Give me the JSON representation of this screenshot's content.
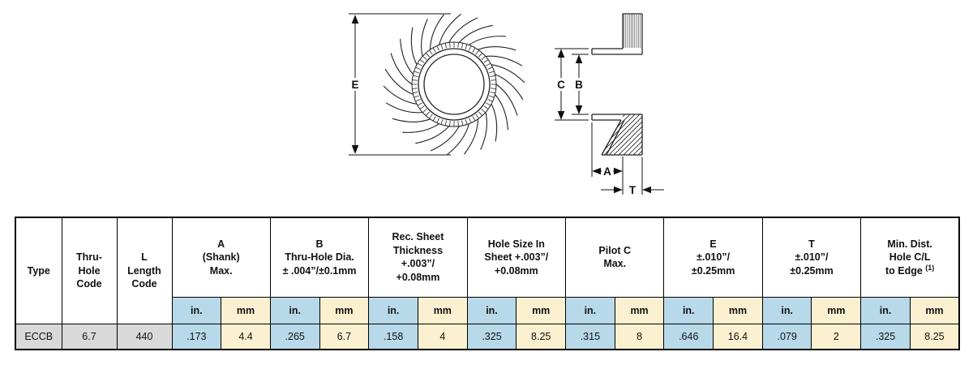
{
  "diagram": {
    "labels": {
      "E": "E",
      "C": "C",
      "B": "B",
      "A": "A",
      "T": "T"
    }
  },
  "table": {
    "simple_columns": [
      {
        "label": "Type"
      },
      {
        "label": "Thru-\nHole\nCode"
      },
      {
        "label": "L\nLength\nCode"
      }
    ],
    "groups": [
      {
        "label": "A\n(Shank)\nMax."
      },
      {
        "label": "B\nThru-Hole Dia.\n± .004”/±0.1mm"
      },
      {
        "label": "Rec. Sheet\nThickness\n+.003”/\n+0.08mm"
      },
      {
        "label": "Hole Size In\nSheet +.003”/\n+0.08mm"
      },
      {
        "label": "Pilot C\nMax."
      },
      {
        "label": "E\n±.010”/\n±0.25mm"
      },
      {
        "label": "T\n±.010”/\n±0.25mm"
      },
      {
        "label": "Min. Dist.\nHole C/L\nto Edge ",
        "sup": "(1)"
      }
    ],
    "units": {
      "in": "in.",
      "mm": "mm"
    },
    "row": {
      "type": "ECCB",
      "thru_hole_code": "6.7",
      "length_code": "440",
      "values": [
        {
          "in": ".173",
          "mm": "4.4"
        },
        {
          "in": ".265",
          "mm": "6.7"
        },
        {
          "in": ".158",
          "mm": "4"
        },
        {
          "in": ".325",
          "mm": "8.25"
        },
        {
          "in": ".315",
          "mm": "8"
        },
        {
          "in": ".646",
          "mm": "16.4"
        },
        {
          "in": ".079",
          "mm": "2"
        },
        {
          "in": ".325",
          "mm": "8.25"
        }
      ]
    },
    "colors": {
      "in_bg": "#b8d9ea",
      "mm_bg": "#fbf0cf",
      "code_bg": "#d9d9d9"
    }
  }
}
